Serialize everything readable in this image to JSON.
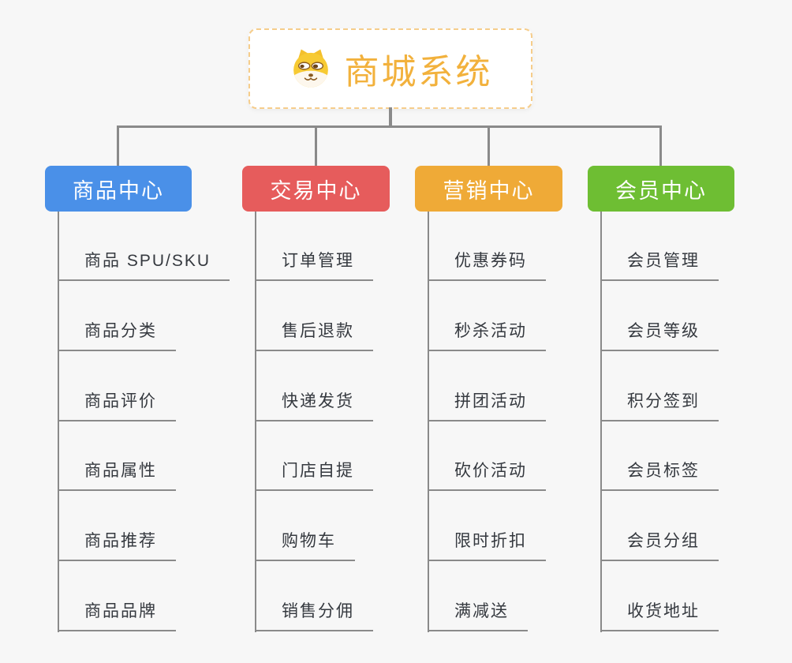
{
  "canvas": {
    "background": "#f7f7f7",
    "connector_color": "#8a8a8a"
  },
  "root": {
    "title": "商城系统",
    "icon": "shiba-dog-icon",
    "title_color": "#f2b13c",
    "border_color": "#f6cd8b"
  },
  "branches": [
    {
      "label": "商品中心",
      "color": "#4a90e8",
      "items": [
        "商品 SPU/SKU",
        "商品分类",
        "商品评价",
        "商品属性",
        "商品推荐",
        "商品品牌"
      ]
    },
    {
      "label": "交易中心",
      "color": "#e65c5c",
      "items": [
        "订单管理",
        "售后退款",
        "快递发货",
        "门店自提",
        "购物车",
        "销售分佣"
      ]
    },
    {
      "label": "营销中心",
      "color": "#efaa37",
      "items": [
        "优惠券码",
        "秒杀活动",
        "拼团活动",
        "砍价活动",
        "限时折扣",
        "满减送"
      ]
    },
    {
      "label": "会员中心",
      "color": "#6ebe33",
      "items": [
        "会员管理",
        "会员等级",
        "积分签到",
        "会员标签",
        "会员分组",
        "收货地址"
      ]
    }
  ]
}
